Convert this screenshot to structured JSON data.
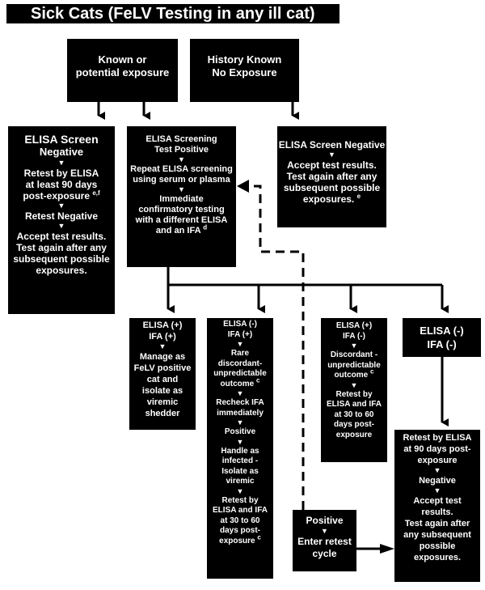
{
  "title": "Sick Cats (FeLV Testing in any ill cat)",
  "known_exposure": [
    "Known or",
    "potential exposure"
  ],
  "history_no_exposure": [
    "History Known",
    "No Exposure"
  ],
  "elisa_screen_negative_left": {
    "l1": "ELISA Screen",
    "l2": "Negative",
    "l3": "Retest by ELISA",
    "l4": "at least 90 days",
    "l5": "post-exposure",
    "l5_sup": "e,f",
    "l6": "Retest Negative",
    "l7": "Accept test results.",
    "l8": "Test again after any",
    "l9": "subsequent possible",
    "l10": "exposures."
  },
  "elisa_screening_positive": {
    "l1": "ELISA Screening",
    "l2": "Test Positive",
    "l3": "Repeat ELISA screening",
    "l4": "using serum or plasma",
    "l5": "Immediate",
    "l6": "confirmatory testing",
    "l7": "with a different ELISA",
    "l8": "and an IFA",
    "l8_sup": "d"
  },
  "elisa_screen_negative_right": {
    "l1": "ELISA Screen Negative",
    "l2": "Accept test results.",
    "l3": "Test again after any",
    "l4": "subsequent possible",
    "l5": "exposures.",
    "l5_sup": "e"
  },
  "pos_pos": {
    "l1": "ELISA (+)",
    "l2": "IFA (+)",
    "l3": "Manage as",
    "l4": "FeLV positive",
    "l5": "cat and",
    "l6": "isolate as",
    "l7": "viremic",
    "l8": "shedder"
  },
  "neg_pos": {
    "l1": "ELISA (-)",
    "l2": "IFA (+)",
    "l3": "Rare",
    "l4": "discordant-",
    "l5": "unpredictable",
    "l6": "outcome",
    "l6_sup": "c",
    "l7": "Recheck IFA",
    "l8": "immediately",
    "l9": "Positive",
    "l10": "Handle as",
    "l11": "infected -",
    "l12": "Isolate as",
    "l13": "viremic",
    "l14": "Retest by",
    "l15": "ELISA and IFA",
    "l16": "at 30 to 60",
    "l17": "days post-",
    "l18": "exposure",
    "l18_sup": "c"
  },
  "pos_neg": {
    "l1": "ELISA (+)",
    "l2": "IFA (-)",
    "l3": "Discordant -",
    "l4": "unpredictable",
    "l5": "outcome",
    "l5_sup": "c",
    "l6": "Retest by",
    "l7": "ELISA and IFA",
    "l8": "at 30 to 60",
    "l9": "days post-",
    "l10": "exposure"
  },
  "neg_neg": {
    "l1": "ELISA (-)",
    "l2": "IFA (-)"
  },
  "retest_90": {
    "l1": "Retest by ELISA",
    "l2": "at 90 days post-",
    "l3": "exposure",
    "l4": "Negative",
    "l5": "Accept test",
    "l6": "results.",
    "l7": "Test again after",
    "l8": "any subsequent",
    "l9": "possible",
    "l10": "exposures."
  },
  "positive_cycle": {
    "l1": "Positive",
    "l2": "Enter retest",
    "l3": "cycle"
  },
  "colors": {
    "box": "#000000",
    "text": "#ffffff",
    "background": "#ffffff"
  }
}
